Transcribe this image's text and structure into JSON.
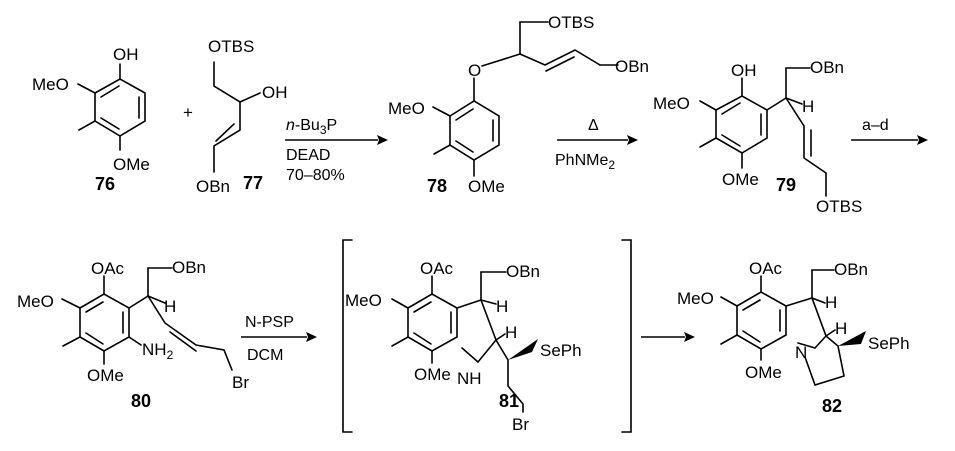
{
  "compounds": {
    "c76": {
      "number": "76",
      "oh": "OH",
      "meo": "MeO",
      "ome": "OMe"
    },
    "c77": {
      "number": "77",
      "otbs": "OTBS",
      "oh": "OH",
      "obn": "OBn"
    },
    "c78": {
      "number": "78",
      "otbs": "OTBS",
      "o": "O",
      "obn": "OBn",
      "meo": "MeO",
      "ome": "OMe"
    },
    "c79": {
      "number": "79",
      "oh": "OH",
      "obn": "OBn",
      "meo": "MeO",
      "h": "H",
      "ome": "OMe",
      "otbs": "OTBS"
    },
    "c80": {
      "number": "80",
      "oac": "OAc",
      "obn": "OBn",
      "meo": "MeO",
      "h": "H",
      "nh2": "NH",
      "nh2_sub": "2",
      "ome": "OMe",
      "br": "Br"
    },
    "c81": {
      "number": "81",
      "oac": "OAc",
      "obn": "OBn",
      "meo": "MeO",
      "h1": "H",
      "h2": "H",
      "seph": "SePh",
      "nh": "NH",
      "ome": "OMe",
      "br": "Br"
    },
    "c82": {
      "number": "82",
      "oac": "OAc",
      "obn": "OBn",
      "meo": "MeO",
      "h1": "H",
      "h2": "H",
      "n": "N",
      "seph": "SePh",
      "ome": "OMe"
    }
  },
  "plus": "+",
  "steps": {
    "step1": {
      "line1_italic": "n",
      "line1_rest": "-Bu",
      "line1_sub": "3",
      "line1_end": "P",
      "line2": "DEAD",
      "line3": "70–80%"
    },
    "step2": {
      "line1": "Δ",
      "line2": "PhNMe",
      "line2_sub": "2"
    },
    "step3": {
      "line1": "a–d"
    },
    "step4": {
      "line1": "N-PSP",
      "line2": "DCM"
    }
  }
}
